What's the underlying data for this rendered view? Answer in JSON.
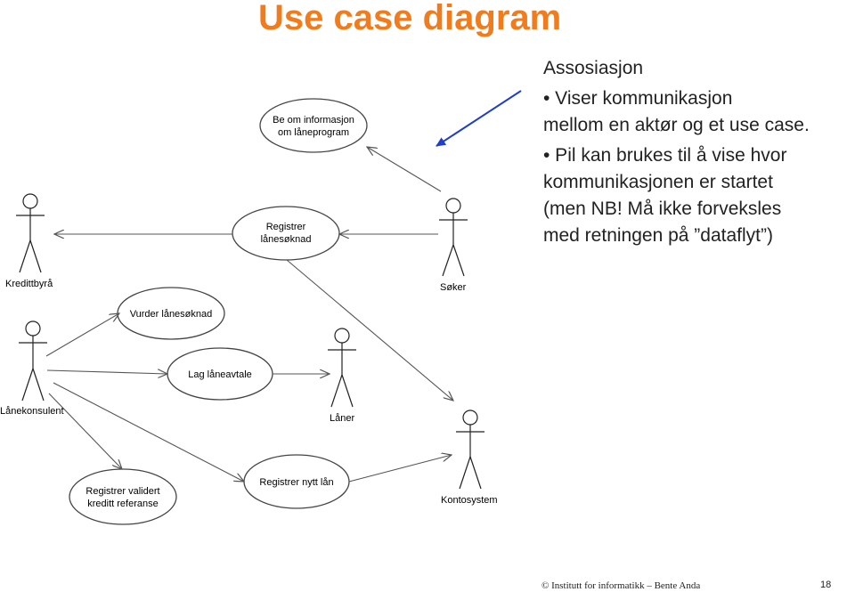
{
  "slide": {
    "title": "Use case diagram",
    "page_number": "18",
    "footer": "© Institutt for informatikk – Bente Anda"
  },
  "notes": {
    "heading": "Assosiasjon",
    "bullet1_line1": "• Viser kommunikasjon",
    "bullet1_line2": "mellom en aktør og et use case.",
    "bullet2_line1": "• Pil kan brukes til å vise hvor",
    "bullet2_line2": "kommunikasjonen er startet",
    "bullet2_line3": "(men NB! Må ikke forveksles",
    "bullet2_line4": "med retningen på ”dataflyt”)"
  },
  "diagram": {
    "actors": {
      "kredittbyra": "Kredittbyrå",
      "soker": "Søker",
      "lanekonsulent": "Lånekonsulent",
      "laner": "Låner",
      "kontosystem": "Kontosystem"
    },
    "use_cases": {
      "be_om_info_line1": "Be om informasjon",
      "be_om_info_line2": "om låneprogram",
      "registrer_soknad_line1": "Registrer",
      "registrer_soknad_line2": "lånesøknad",
      "vurder": "Vurder lånesøknad",
      "lag_avtale": "Lag låneavtale",
      "registrer_nytt_lan": "Registrer nytt lån",
      "validert_line1": "Registrer validert",
      "validert_line2": "kreditt referanse"
    },
    "colors": {
      "pointer_arrow": "#1f3fc8",
      "line": "#555555"
    }
  }
}
